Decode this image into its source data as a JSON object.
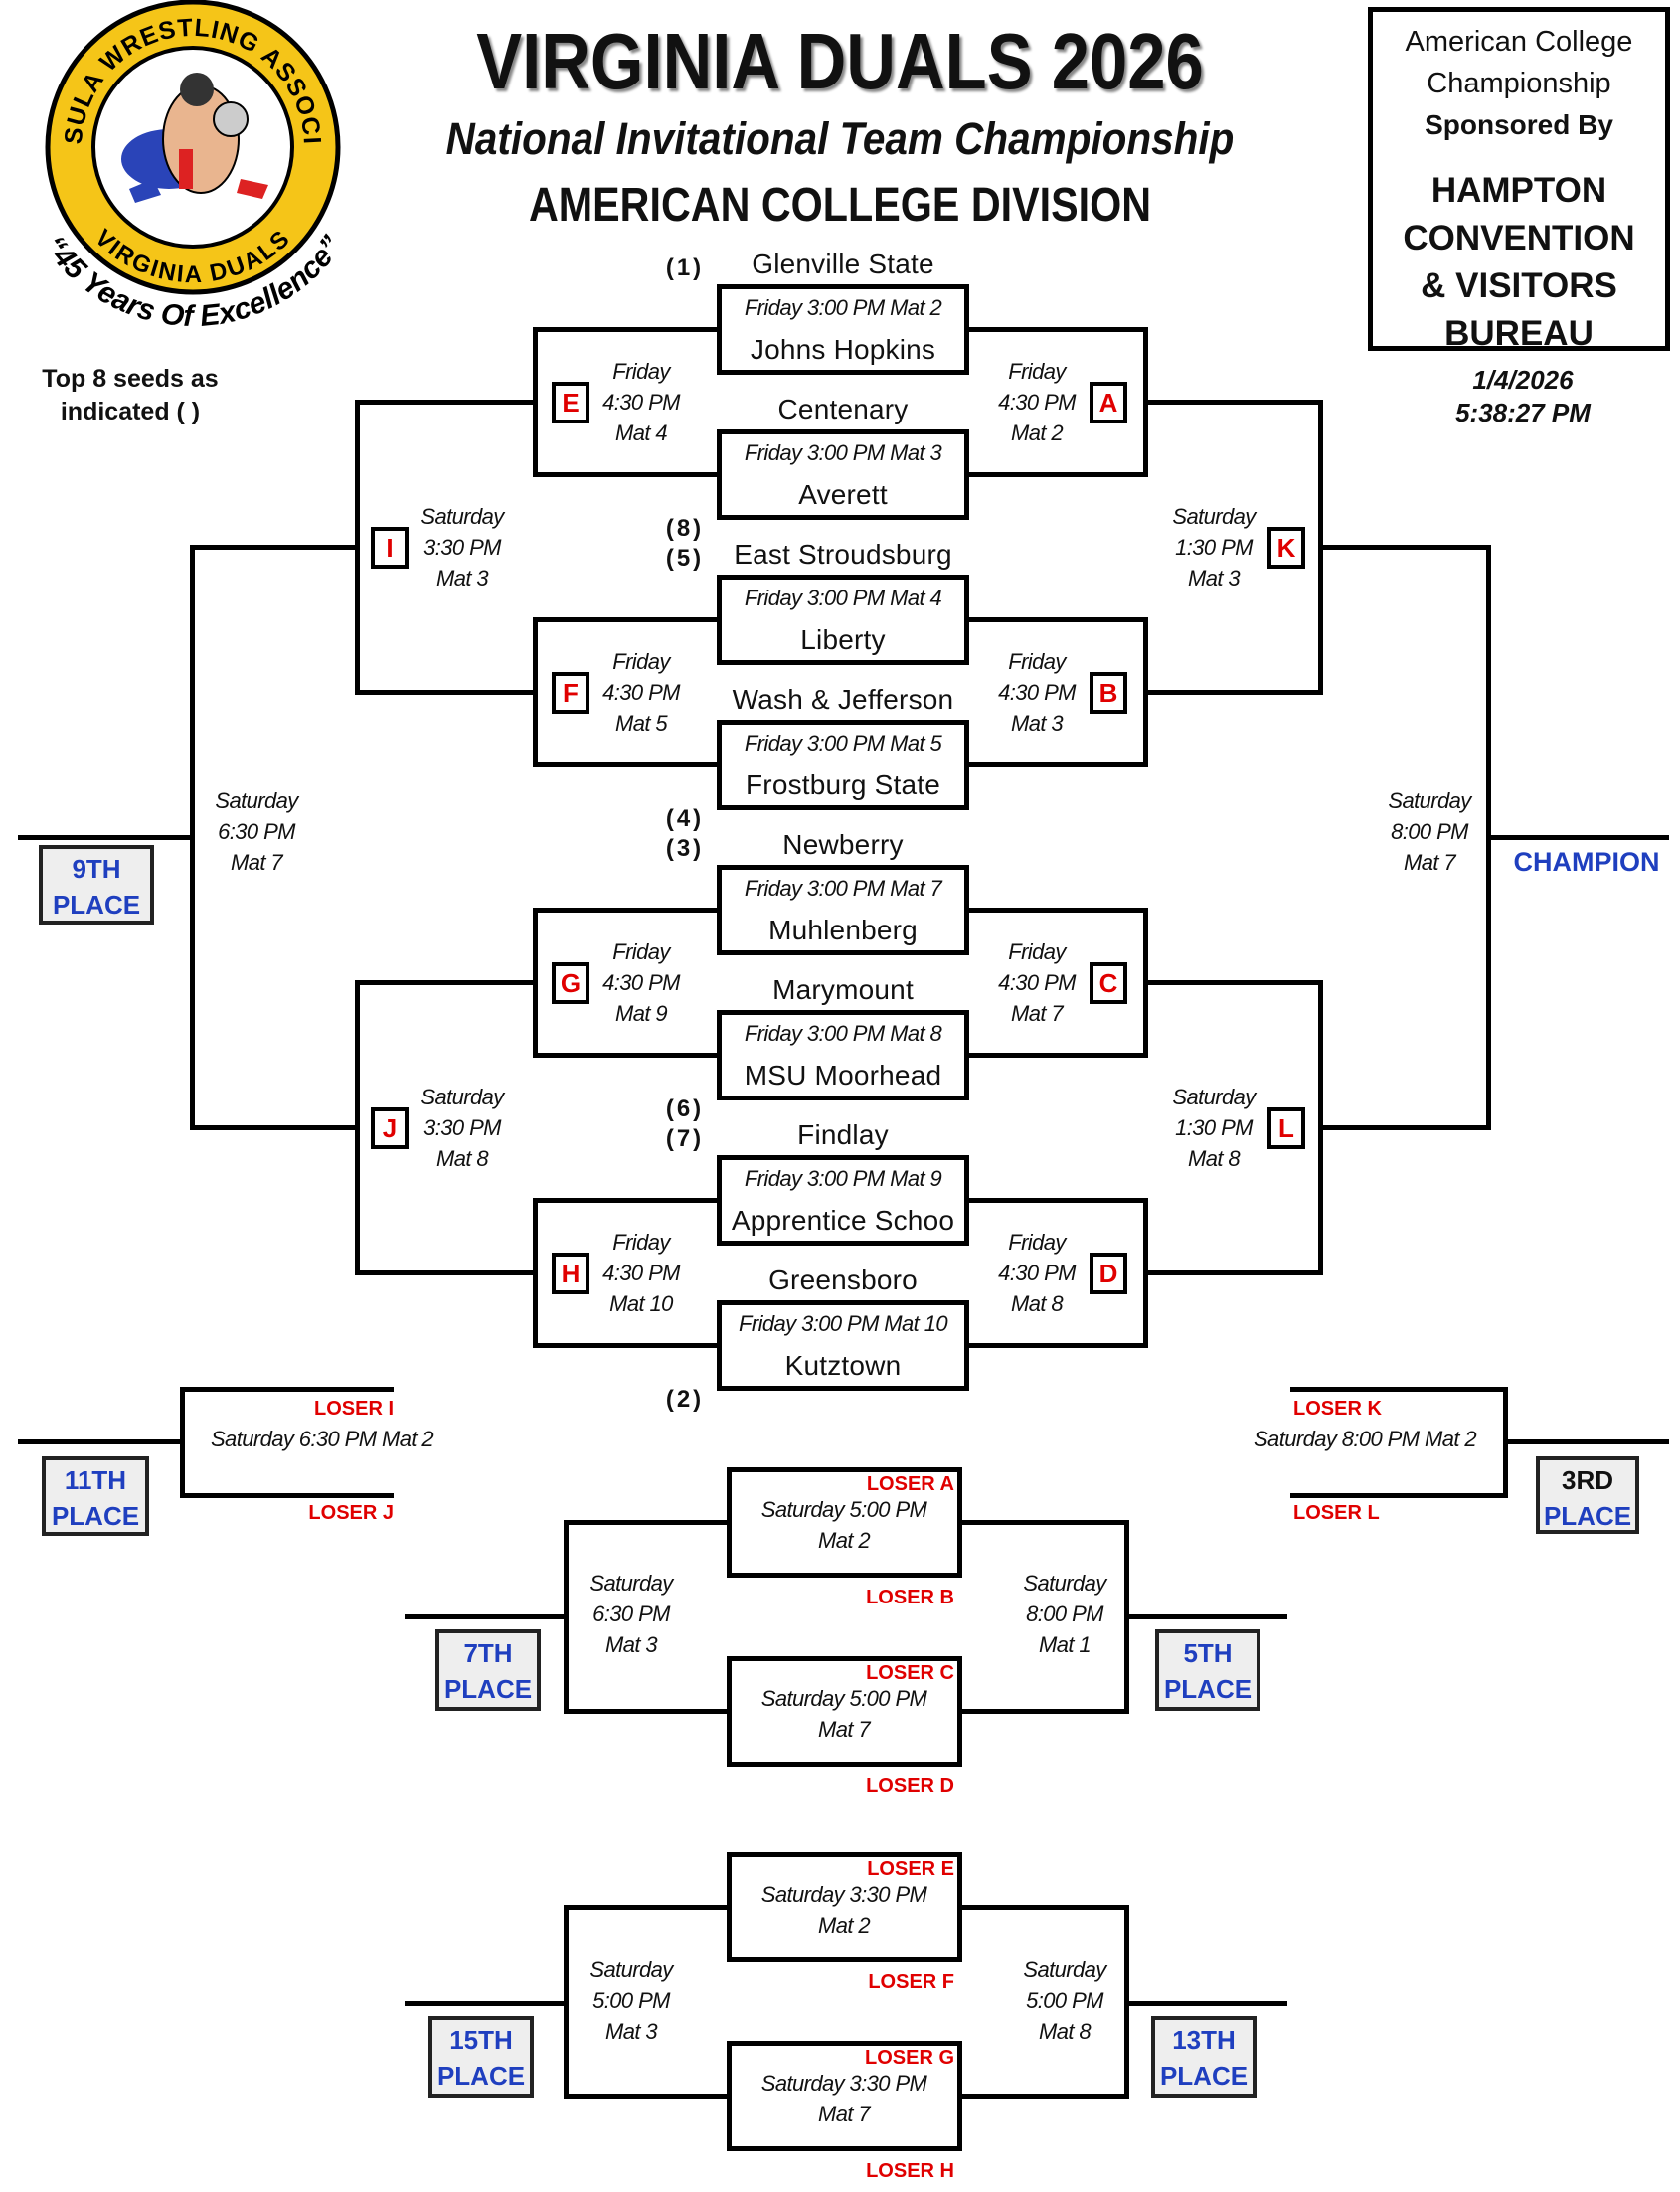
{
  "header": {
    "title": "VIRGINIA DUALS 2026",
    "subtitle": "National Invitational Team Championship",
    "division": "AMERICAN COLLEGE DIVISION"
  },
  "logo": {
    "ring_top": "PENINSULA WRESTLING ASSOCIATION",
    "ring_bottom": "VIRGINIA DUALS",
    "tagline": "“45 Years Of Excellence”"
  },
  "sponsor": {
    "line1": "American College",
    "line2": "Championship",
    "line3": "Sponsored By",
    "name": [
      "HAMPTON",
      "CONVENTION",
      "& VISITORS",
      "BUREAU"
    ]
  },
  "timestamp": {
    "date": "1/4/2026",
    "time": "5:38:27 PM"
  },
  "seed_note": [
    "Top 8 seeds as",
    "indicated (  )"
  ],
  "first_round": [
    {
      "team_top": "Glenville State",
      "schedule": "Friday 3:00 PM Mat 2",
      "team_bottom": "Johns Hopkins",
      "seed_top": "(1)"
    },
    {
      "team_top": "Centenary",
      "schedule": "Friday 3:00 PM Mat 3",
      "team_bottom": "Averett",
      "seed_bottom": "(8)"
    },
    {
      "team_top": "East Stroudsburg",
      "schedule": "Friday 3:00 PM Mat 4",
      "team_bottom": "Liberty",
      "seed_top": "(5)"
    },
    {
      "team_top": "Wash & Jefferson",
      "schedule": "Friday 3:00 PM Mat 5",
      "team_bottom": "Frostburg State",
      "seed_bottom": "(4)"
    },
    {
      "team_top": "Newberry",
      "schedule": "Friday 3:00 PM Mat 7",
      "team_bottom": "Muhlenberg",
      "seed_top": "(3)"
    },
    {
      "team_top": "Marymount",
      "schedule": "Friday 3:00 PM Mat 8",
      "team_bottom": "MSU Moorhead",
      "seed_bottom": "(6)"
    },
    {
      "team_top": "Findlay",
      "schedule": "Friday 3:00 PM Mat 9",
      "team_bottom": "Apprentice Schoo",
      "seed_top": "(7)"
    },
    {
      "team_top": "Greensboro",
      "schedule": "Friday 3:00 PM Mat 10",
      "team_bottom": "Kutztown",
      "seed_bottom": "(2)"
    }
  ],
  "round2_left": [
    {
      "letter": "E",
      "lines": [
        "Friday",
        "4:30 PM",
        "Mat 4"
      ]
    },
    {
      "letter": "F",
      "lines": [
        "Friday",
        "4:30 PM",
        "Mat 5"
      ]
    },
    {
      "letter": "G",
      "lines": [
        "Friday",
        "4:30 PM",
        "Mat 9"
      ]
    },
    {
      "letter": "H",
      "lines": [
        "Friday",
        "4:30 PM",
        "Mat 10"
      ]
    }
  ],
  "round2_right": [
    {
      "letter": "A",
      "lines": [
        "Friday",
        "4:30 PM",
        "Mat 2"
      ]
    },
    {
      "letter": "B",
      "lines": [
        "Friday",
        "4:30 PM",
        "Mat 3"
      ]
    },
    {
      "letter": "C",
      "lines": [
        "Friday",
        "4:30 PM",
        "Mat 7"
      ]
    },
    {
      "letter": "D",
      "lines": [
        "Friday",
        "4:30 PM",
        "Mat 8"
      ]
    }
  ],
  "round3_left": [
    {
      "letter": "I",
      "lines": [
        "Saturday",
        "3:30 PM",
        "Mat 3"
      ]
    },
    {
      "letter": "J",
      "lines": [
        "Saturday",
        "3:30 PM",
        "Mat 8"
      ]
    }
  ],
  "round3_right": [
    {
      "letter": "K",
      "lines": [
        "Saturday",
        "1:30 PM",
        "Mat 3"
      ]
    },
    {
      "letter": "L",
      "lines": [
        "Saturday",
        "1:30 PM",
        "Mat 8"
      ]
    }
  ],
  "ninth": {
    "lines": [
      "Saturday",
      "6:30 PM",
      "Mat 7"
    ],
    "place": [
      "9TH",
      "PLACE"
    ]
  },
  "final": {
    "lines": [
      "Saturday",
      "8:00 PM",
      "Mat 7"
    ],
    "champion": "CHAMPION"
  },
  "eleventh": {
    "loser_top": "LOSER I",
    "schedule": "Saturday 6:30 PM Mat 2",
    "loser_bottom": "LOSER J",
    "place": [
      "11TH",
      "PLACE"
    ]
  },
  "third": {
    "loser_top": "LOSER K",
    "schedule": "Saturday 8:00 PM Mat 2",
    "loser_bottom": "LOSER L",
    "place": [
      "3RD",
      "PLACE"
    ]
  },
  "fifth_group": {
    "boxes": [
      {
        "loser_top": "LOSER A",
        "lines": [
          "Saturday 5:00 PM",
          "Mat 2"
        ],
        "loser_bottom": "LOSER B"
      },
      {
        "loser_top": "LOSER C",
        "lines": [
          "Saturday 5:00 PM",
          "Mat 7"
        ],
        "loser_bottom": "LOSER D"
      }
    ],
    "left": {
      "lines": [
        "Saturday",
        "6:30 PM",
        "Mat 3"
      ],
      "place": [
        "7TH",
        "PLACE"
      ]
    },
    "right": {
      "lines": [
        "Saturday",
        "8:00 PM",
        "Mat 1"
      ],
      "place": [
        "5TH",
        "PLACE"
      ]
    }
  },
  "thirteenth_group": {
    "boxes": [
      {
        "loser_top": "LOSER E",
        "lines": [
          "Saturday 3:30 PM",
          "Mat 2"
        ],
        "loser_bottom": "LOSER F"
      },
      {
        "loser_top": "LOSER G",
        "lines": [
          "Saturday 3:30 PM",
          "Mat 7"
        ],
        "loser_bottom": "LOSER H"
      }
    ],
    "left": {
      "lines": [
        "Saturday",
        "5:00 PM",
        "Mat 3"
      ],
      "place": [
        "15TH",
        "PLACE"
      ]
    },
    "right": {
      "lines": [
        "Saturday",
        "5:00 PM",
        "Mat 8"
      ],
      "place": [
        "13TH",
        "PLACE"
      ]
    }
  },
  "colors": {
    "accent_red": "#e00000",
    "place_blue": "#1f3fbf",
    "logo_yellow": "#f5c518"
  }
}
